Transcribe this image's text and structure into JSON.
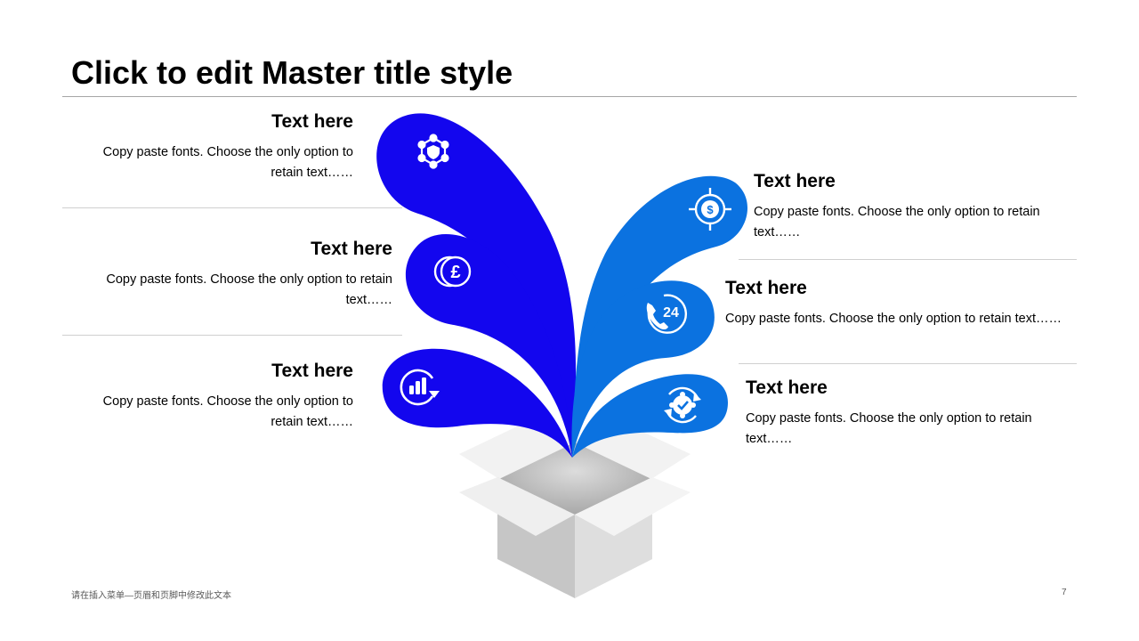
{
  "title": "Click to edit Master title style",
  "items": [
    {
      "heading": "Text here",
      "body": "Copy paste fonts. Choose the only option to retain text……",
      "icon": "shield-network-icon"
    },
    {
      "heading": "Text here",
      "body": "Copy paste fonts. Choose the only option to retain text……",
      "icon": "pound-coin-icon"
    },
    {
      "heading": "Text here",
      "body": "Copy paste fonts. Choose the only option to retain text……",
      "icon": "bar-chart-refresh-icon"
    },
    {
      "heading": "Text here",
      "body": "Copy paste fonts. Choose the only option to retain text……",
      "icon": "dollar-target-icon"
    },
    {
      "heading": "Text here",
      "body": "Copy paste fonts. Choose the only option to retain text……",
      "icon": "phone-24-icon",
      "badge": "24"
    },
    {
      "heading": "Text here",
      "body": "Copy paste fonts. Choose the only option to retain text……",
      "icon": "gear-check-icon"
    }
  ],
  "colors": {
    "left_petals": "#1306ee",
    "right_petals": "#0b72e0",
    "box_light": "#ededed",
    "box_mid": "#d9d9d9",
    "box_dark": "#bfbfbf"
  },
  "footer": {
    "text": "请在插入菜单—页眉和页脚中修改此文本",
    "page_number": "7"
  }
}
